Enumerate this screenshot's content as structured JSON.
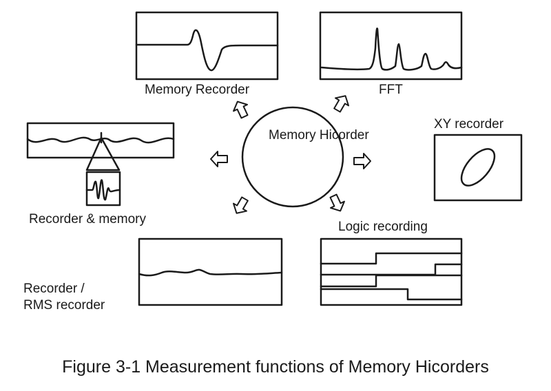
{
  "center": {
    "label": "Memory Hicorder"
  },
  "functions": {
    "memory_recorder": {
      "label": "Memory Recorder"
    },
    "fft": {
      "label": "FFT"
    },
    "xy_recorder": {
      "label": "XY recorder"
    },
    "recorder_memory": {
      "label": "Recorder & memory"
    },
    "logic_recording": {
      "label": "Logic recording"
    },
    "rms_recorder": {
      "line1": "Recorder /",
      "line2": "RMS recorder"
    }
  },
  "caption": "Figure 3-1 Measurement functions of Memory Hicorders"
}
